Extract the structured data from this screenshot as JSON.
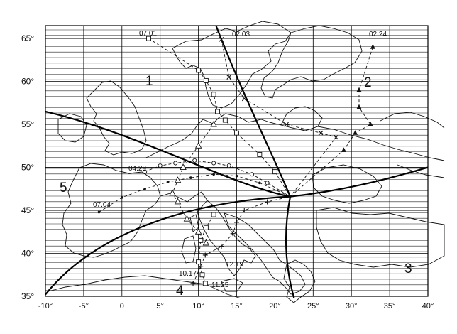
{
  "latitude_labels": [
    "35°",
    "40°",
    "45°",
    "50°",
    "55°",
    "60°",
    "65°"
  ],
  "longitude_labels": [
    "-10°",
    "-5°",
    "0",
    "5°",
    "10°",
    "15°",
    "20°",
    "25°",
    "30°",
    "35°",
    "40°"
  ],
  "zone_labels": [
    "1",
    "2",
    "3",
    "4",
    "5"
  ],
  "track_date_labels": [
    "07.01",
    "02.03",
    "02.24",
    "04.29",
    "07.04",
    "12.19",
    "10.17",
    "11.25"
  ],
  "map_meta": {
    "projection": "plate carree",
    "lon_range": [
      -10,
      40
    ],
    "lat_range": [
      35,
      66.5
    ],
    "ink_color": "#111111",
    "background_color": "#ffffff"
  },
  "symbol_legend": [
    "square",
    "x-mark",
    "filled-triangle",
    "open-triangle",
    "open-circle",
    "filled-dot",
    "plus"
  ]
}
